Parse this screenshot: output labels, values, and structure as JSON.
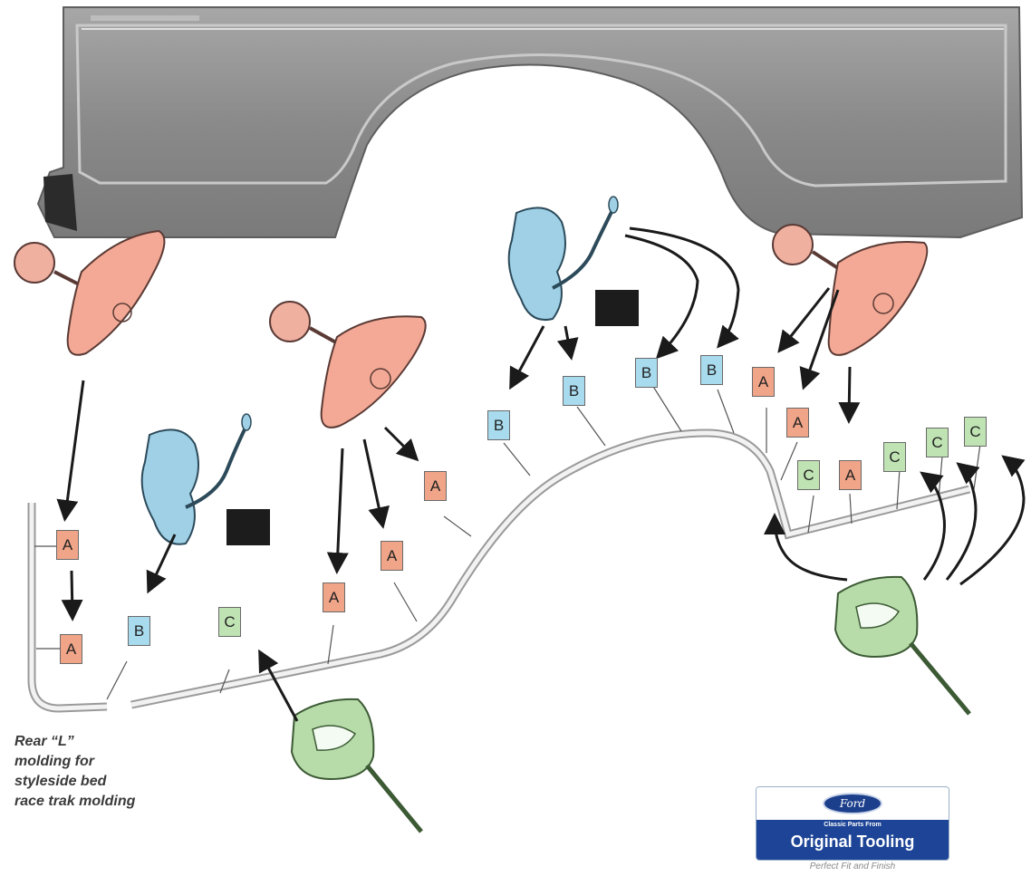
{
  "caption": "Rear “L”\nmolding for\nstyleside bed\nrace trak molding",
  "badge": {
    "brand": "Ford",
    "small_text": "Classic Parts From",
    "main_text": "Original Tooling",
    "tagline": "Perfect Fit and Finish"
  },
  "labels": [
    {
      "id": "a1",
      "letter": "A"
    },
    {
      "id": "a2",
      "letter": "A"
    },
    {
      "id": "b1",
      "letter": "B"
    },
    {
      "id": "c1",
      "letter": "C"
    },
    {
      "id": "a3",
      "letter": "A"
    },
    {
      "id": "a4",
      "letter": "A"
    },
    {
      "id": "a5",
      "letter": "A"
    },
    {
      "id": "b2",
      "letter": "B"
    },
    {
      "id": "b3",
      "letter": "B"
    },
    {
      "id": "b4",
      "letter": "B"
    },
    {
      "id": "b5",
      "letter": "B"
    },
    {
      "id": "a6",
      "letter": "A"
    },
    {
      "id": "a7",
      "letter": "A"
    },
    {
      "id": "c2",
      "letter": "C"
    },
    {
      "id": "a8",
      "letter": "A"
    },
    {
      "id": "c3",
      "letter": "C"
    },
    {
      "id": "c4",
      "letter": "C"
    },
    {
      "id": "c5",
      "letter": "C"
    }
  ],
  "colors": {
    "A": "#f0a488",
    "B": "#a8dbee",
    "C": "#bfe3b3",
    "panel": "#8f8f8f",
    "molding": "#d0d0d0",
    "badge_blue": "#1d4496"
  }
}
